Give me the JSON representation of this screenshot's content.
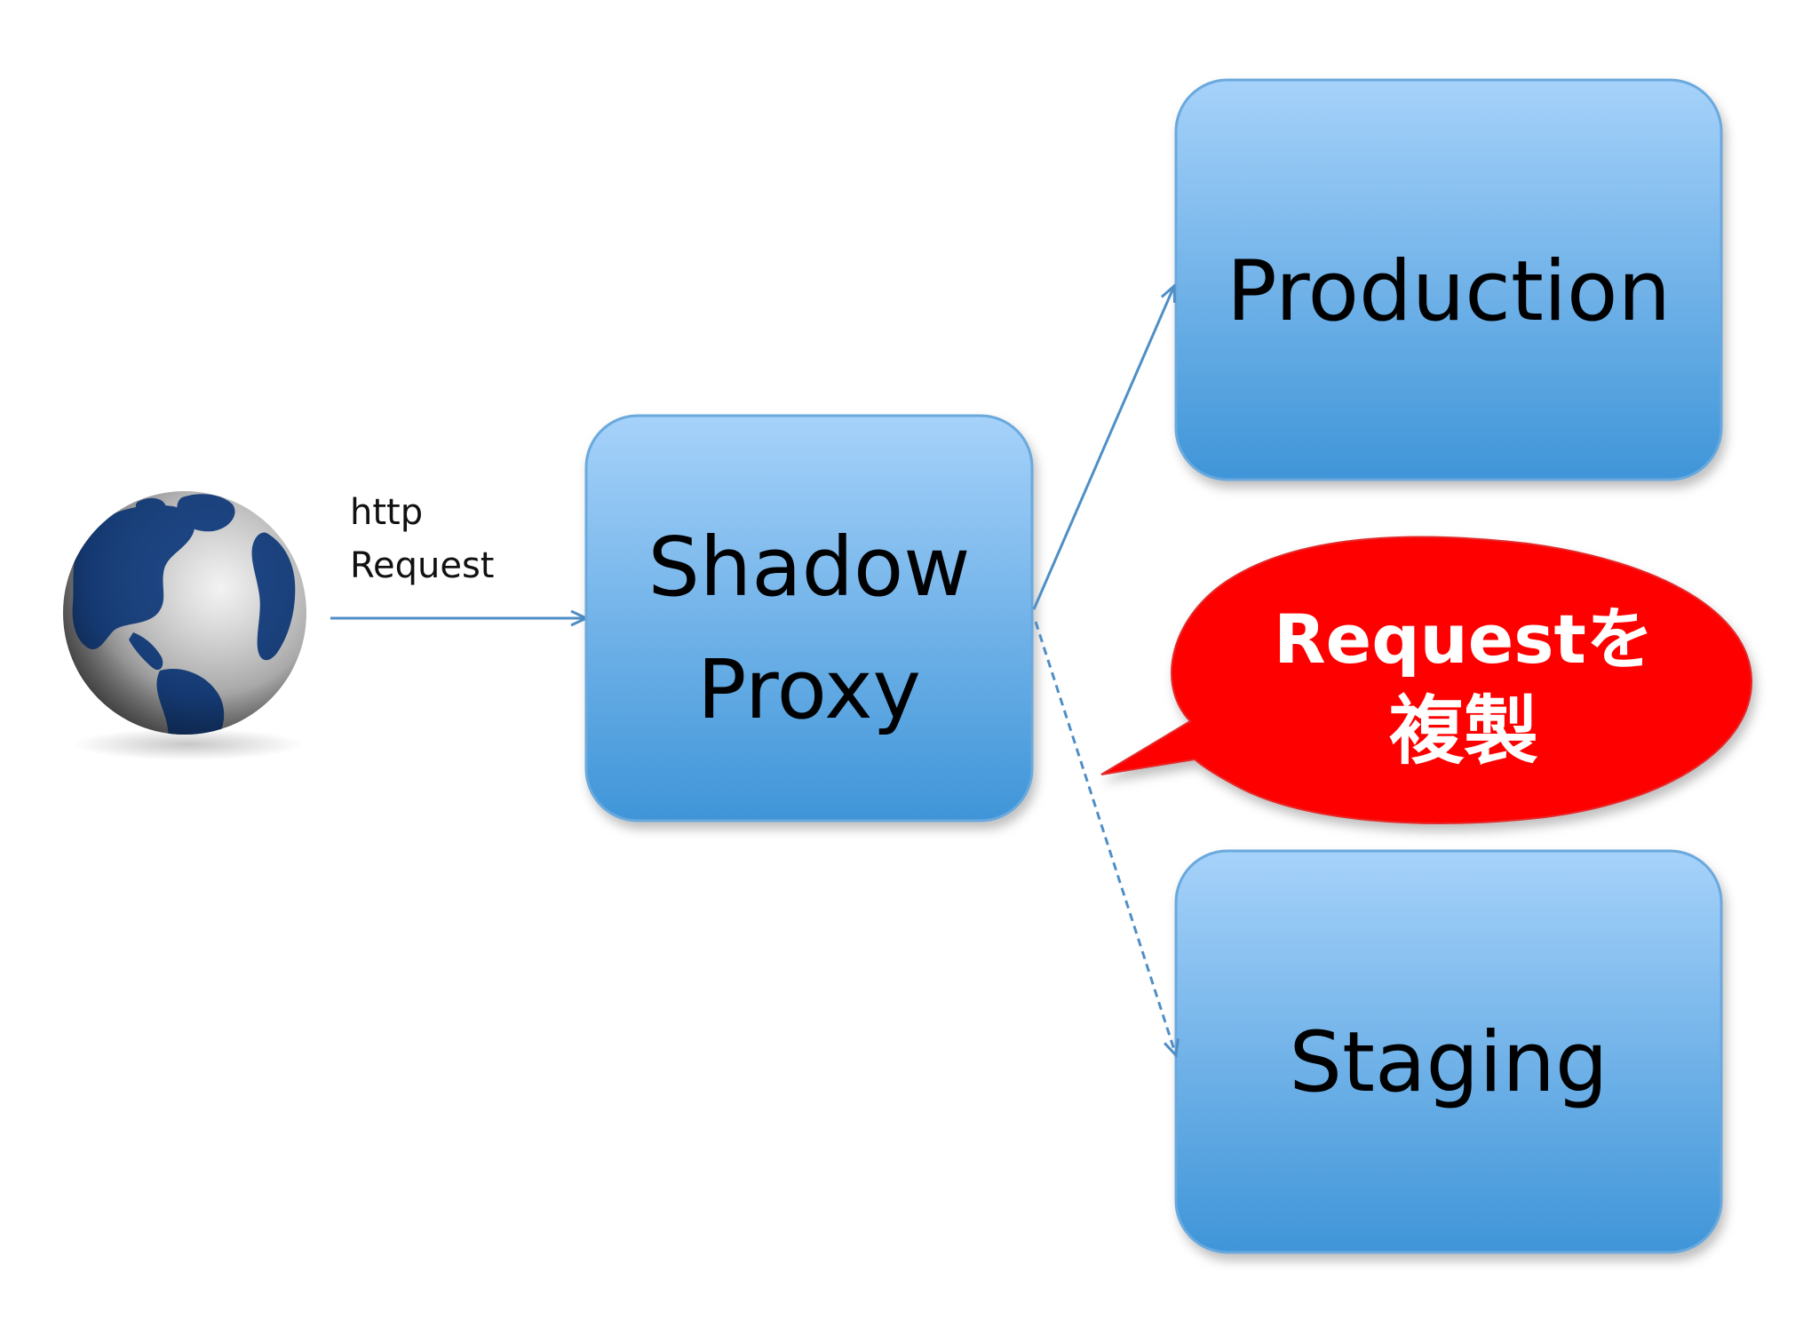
{
  "diagram": {
    "source_label_line1": "http",
    "source_label_line2": "Request",
    "proxy_line1": "Shadow",
    "proxy_line2": "Proxy",
    "production": "Production",
    "staging": "Staging",
    "callout_line1": "Requestを",
    "callout_line2": "複製",
    "globe_icon": "globe-icon"
  },
  "colors": {
    "box_top": "#9ccbf7",
    "box_bottom": "#3f96d9",
    "box_border": "#6aa9dd",
    "arrow": "#4f8fc6",
    "callout_fill": "#ff0000",
    "globe_ocean": "#17407f",
    "globe_land": "#d9d9d9"
  }
}
